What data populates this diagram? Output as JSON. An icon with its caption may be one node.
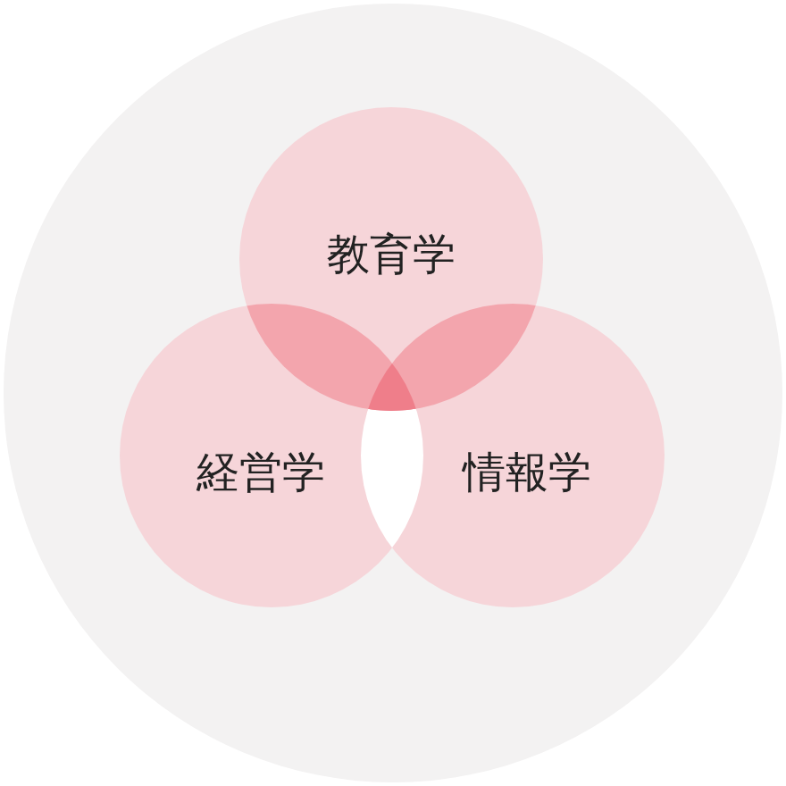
{
  "diagram": {
    "nodes": [
      {
        "text": [
          "教育学"
        ]
      },
      {
        "text": [
          "経営学"
        ]
      },
      {
        "text": [
          "情報学"
        ]
      }
    ]
  }
}
